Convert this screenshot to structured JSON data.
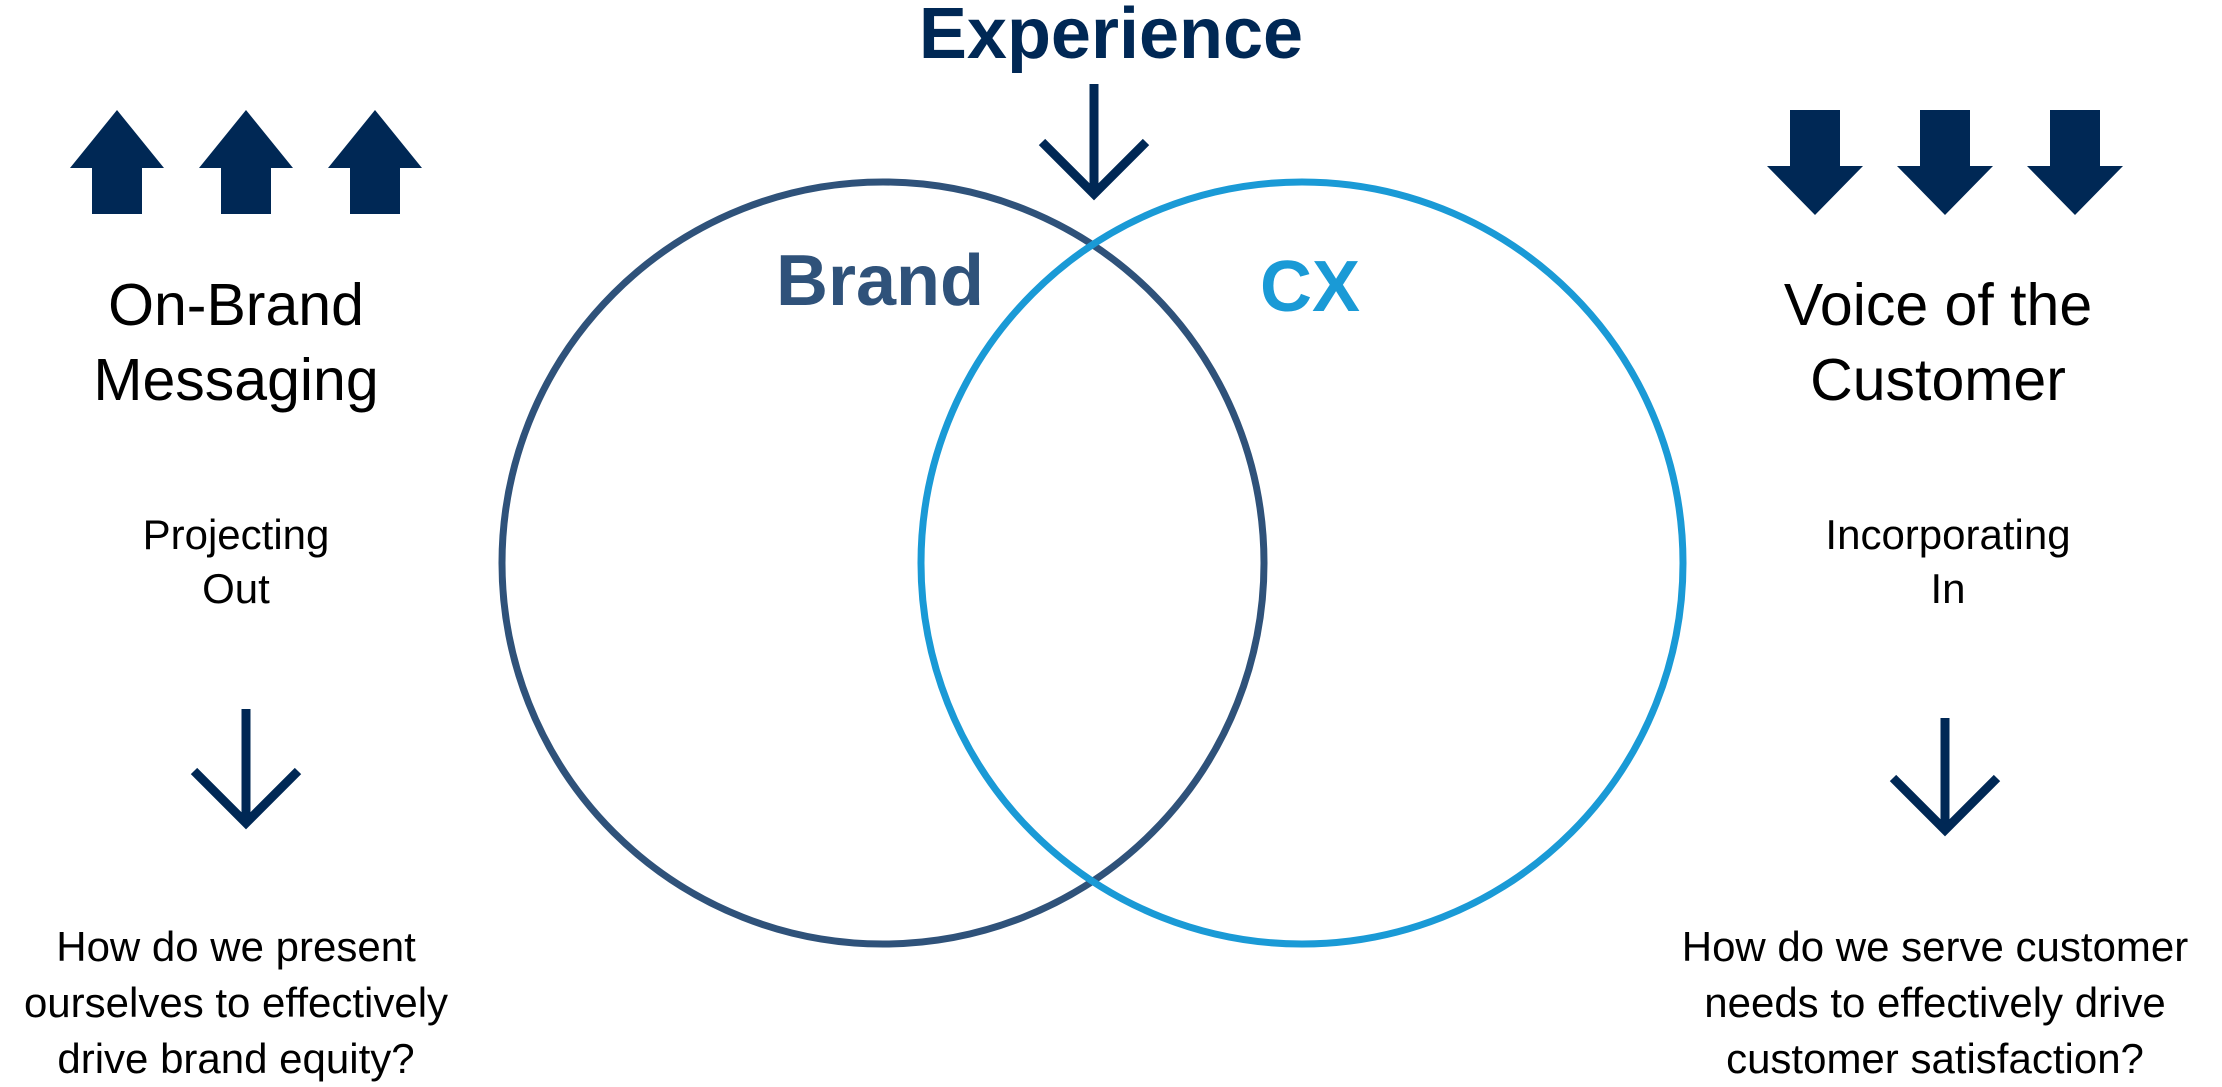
{
  "title": "Experience",
  "colors": {
    "navy": "#002855",
    "brand_circle": "#2f527a",
    "cx_circle": "#1a9ad6",
    "text": "#000000"
  },
  "venn": {
    "left_label": "Brand",
    "right_label": "CX"
  },
  "left_panel": {
    "icons": [
      "up-arrow-icon",
      "up-arrow-icon",
      "up-arrow-icon"
    ],
    "heading": "On-Brand\nMessaging",
    "subheading": "Projecting\nOut",
    "question": "How do we present\nourselves to effectively\ndrive brand equity?"
  },
  "right_panel": {
    "icons": [
      "down-arrow-icon",
      "down-arrow-icon",
      "down-arrow-icon"
    ],
    "heading": "Voice of the\nCustomer",
    "subheading": "Incorporating\nIn",
    "question": "How do we serve customer\nneeds to effectively drive\ncustomer satisfaction?"
  }
}
